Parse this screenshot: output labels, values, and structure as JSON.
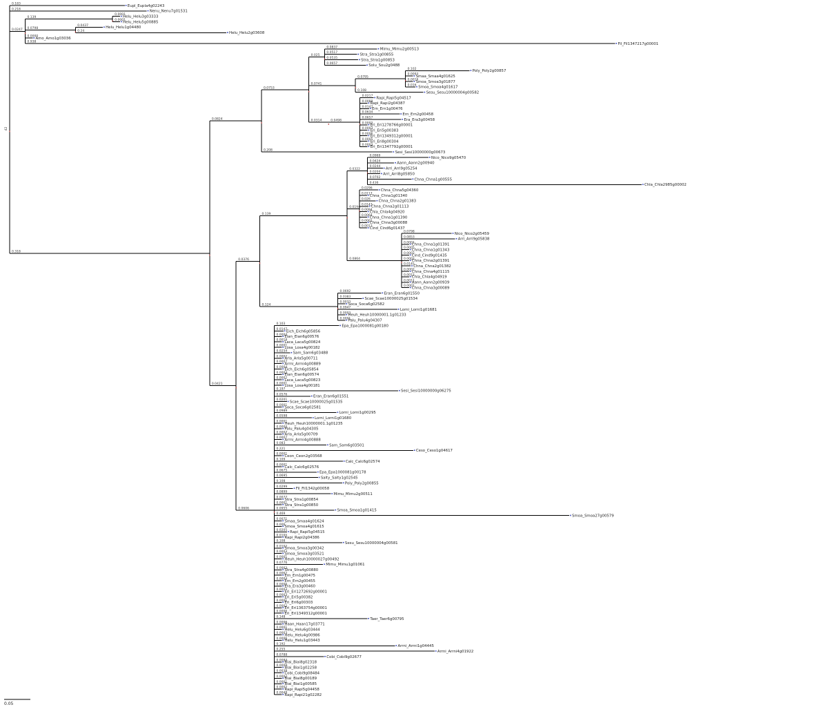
{
  "tree": {
    "name": "root",
    "support": "42",
    "children": [
      {
        "name": "Eupl_Eupla4g02243",
        "len": "0.183"
      },
      {
        "name": "Nenu_Nenu7g01531",
        "len": "0.218"
      },
      {
        "len": "0.0247",
        "children": [
          {
            "len": "0.139",
            "children": [
              {
                "name": "Helu_Helu3g03333",
                "len": "0.0001"
              },
              {
                "name": "Helu_Helu5g00885",
                "len": "0.0001"
              }
            ]
          },
          {
            "len": "0.0798",
            "children": [
              {
                "name": "Helu_Helu1g04480",
                "len": "0.0437"
              },
              {
                "name": "Helu_Helu2g03608",
                "len": "0.24"
              }
            ]
          },
          {
            "name": "Amo_Amo1g03036",
            "len": "0.0000"
          },
          {
            "name": "Fil_Fil1347217g00001",
            "len": "0.938"
          }
        ]
      },
      {
        "len": "0.318",
        "children": [
          {
            "len": "0.0824",
            "children": [
              {
                "len": "0.0753",
                "children": [
                  {
                    "len": "0.025",
                    "children": [
                      {
                        "name": "Mimu_Mimu2g00513",
                        "len": "0.0837"
                      },
                      {
                        "name": "Stra_Stra1g00855",
                        "len": "0.0517"
                      },
                      {
                        "name": "Stra_Stra1g00853",
                        "len": "0.0535"
                      },
                      {
                        "name": "Solu_Sou2g0488",
                        "len": "0.0657"
                      }
                    ]
                  },
                  {
                    "len": "0.0741",
                    "children": [
                      {
                        "len": "0.0795",
                        "children": [
                          {
                            "name": "Poly_Poly2g00857",
                            "len": "0.102"
                          },
                          {
                            "name": "Smaa_Smaa4g01625",
                            "len": "0.0093"
                          },
                          {
                            "name": "Smoa_Smoa3g01877",
                            "len": "0.0016"
                          },
                          {
                            "name": "Smoa_Smoa4g01617",
                            "len": "0.016"
                          }
                        ]
                      },
                      {
                        "name": "Sesu_Sesu10000004g00582",
                        "len": "0.108"
                      }
                    ]
                  },
                  {
                    "len": "0.0314",
                    "children": [
                      {
                        "len": "0.0498",
                        "children": [
                          {
                            "name": "Rapi_Rapi5g04517",
                            "len": "0.0217"
                          },
                          {
                            "name": "Rapi_Rapi2g04387",
                            "len": "0.0088"
                          },
                          {
                            "name": "Ern_Ern1g00476",
                            "len": "0.0147"
                          },
                          {
                            "name": "Ern_Ern2g00458",
                            "len": "0.0634"
                          },
                          {
                            "name": "Era_Era3g00458",
                            "len": "0.0657"
                          },
                          {
                            "name": "Eri_Eri1278766g00001",
                            "len": "0.0002"
                          },
                          {
                            "name": "Eri_Eri5g00383",
                            "len": "0.0003"
                          },
                          {
                            "name": "Eri_Eri1349312g00001",
                            "len": "0.0006"
                          },
                          {
                            "name": "Eri_Eri8g00304",
                            "len": "0.0005"
                          },
                          {
                            "name": "Eri_Eri1347792g00001",
                            "len": "0.0003"
                          }
                        ]
                      }
                    ]
                  }
                ]
              },
              {
                "name": "Sesi_Sesi10000000g00673",
                "len": "0.208"
              }
            ]
          },
          {
            "len": "0.0421",
            "children": [
              {
                "len": "0.0376",
                "children": [
                  {
                    "len": "0.139",
                    "children": [
                      {
                        "len": "0.0322",
                        "children": [
                          {
                            "name": "Nico_Nico9g05470",
                            "len": "0.0969"
                          },
                          {
                            "name": "Aann_Aann2g00940",
                            "len": "0.0424"
                          },
                          {
                            "name": "Arri_Arri9g05254",
                            "len": "0.0244"
                          },
                          {
                            "name": "Arri_Arri8g05850",
                            "len": "0.0204"
                          },
                          {
                            "name": "Chna_Chna1g00555",
                            "len": "0.0702"
                          },
                          {
                            "name": "Chla_Chla2985g00002",
                            "len": "0.436"
                          }
                        ]
                      },
                      {
                        "len": "0.0194",
                        "children": [
                          {
                            "name": "Chna_Chna5g04360",
                            "len": "0.0296"
                          },
                          {
                            "name": "Chna_Chna1g01340",
                            "len": "0.0117"
                          },
                          {
                            "name": "Chna_Chna2g01383",
                            "len": "0.026"
                          },
                          {
                            "name": "Chna_Chna2g01113",
                            "len": "0.0143"
                          },
                          {
                            "name": "Chla_Chla4g04920",
                            "len": "0.0094"
                          },
                          {
                            "name": "Chna_Chna1g01390",
                            "len": "0.0064"
                          },
                          {
                            "name": "Chna_Chna3g00088",
                            "len": "0.0001"
                          },
                          {
                            "name": "Cind_Cind6g01437",
                            "len": "0.0013"
                          }
                        ]
                      },
                      {
                        "len": "0.0864",
                        "children": [
                          {
                            "name": "Nico_Nico2g05459",
                            "len": "0.0798"
                          },
                          {
                            "name": "Arri_Arri9g05838",
                            "len": "0.0853"
                          },
                          {
                            "name": "Chna_Chna1g01391",
                            "len": "0.0001"
                          },
                          {
                            "name": "Chna_Chna1g01343",
                            "len": "0.0005"
                          },
                          {
                            "name": "Cind_Cind9g01435",
                            "len": "0.0002"
                          },
                          {
                            "name": "Chna_Chna2g01391",
                            "len": "0.0002"
                          },
                          {
                            "name": "Chna_Chna2g01382",
                            "len": "0.0145"
                          },
                          {
                            "name": "Chna_Chna4g01115",
                            "len": "0.0002"
                          },
                          {
                            "name": "Chla_Chla4g04919",
                            "len": "0.0012"
                          },
                          {
                            "name": "Aann_Aann2g00939",
                            "len": "0.0011"
                          },
                          {
                            "name": "Chna_Chna3g00089",
                            "len": "0.0001"
                          }
                        ]
                      }
                    ]
                  },
                  {
                    "len": "0.124",
                    "children": [
                      {
                        "name": "Eran_Eran6g01550",
                        "len": "0.0692"
                      },
                      {
                        "name": "Scae_Scae10000025g01534",
                        "len": "0.0383"
                      },
                      {
                        "name": "Soca_Soca6g02582",
                        "len": "0.0033"
                      },
                      {
                        "name": "Lorni_Lorni1g01681",
                        "len": "0.0947"
                      },
                      {
                        "name": "Heuh_Heuh10000001.1g01233",
                        "len": "0.0003"
                      },
                      {
                        "name": "Palu_Palu4g04307",
                        "len": "0.0001"
                      }
                    ]
                  }
                ]
              },
              {
                "len": "0.0606",
                "children": [
                  {
                    "name": "Epa_Epa1000081g00180",
                    "len": "0.103"
                  },
                  {
                    "name": "Eich_Eich6g05856",
                    "len": "0.0147"
                  },
                  {
                    "name": "Eian_Eian6g00576",
                    "len": "0.0004"
                  },
                  {
                    "name": "Laca_Laca5g00824",
                    "len": "0.0018"
                  },
                  {
                    "name": "Losa_Losa4g00182",
                    "len": "0.0001"
                  },
                  {
                    "name": "Sam_Sam6g03488",
                    "len": "0.0254"
                  },
                  {
                    "name": "Arla_Arla5g00711",
                    "len": "0.0002"
                  },
                  {
                    "name": "Arrni_Arrni4g00889",
                    "len": "0.0007"
                  },
                  {
                    "name": "Eich_Eich6g05854",
                    "len": "0.0004"
                  },
                  {
                    "name": "Eian_Eian6g00574",
                    "len": "0.0003"
                  },
                  {
                    "name": "Laca_Laca5g00823",
                    "len": "0.0002"
                  },
                  {
                    "name": "Losa_Losa4g00181",
                    "len": "0.0001"
                  },
                  {
                    "name": "Sesi_Sesi10000000g06275",
                    "len": "0.197"
                  },
                  {
                    "name": "Eran_Eran6g01551",
                    "len": "0.0576"
                  },
                  {
                    "name": "Scae_Scae10000025g01535",
                    "len": "0.0201"
                  },
                  {
                    "name": "Soca_Soca6g02581",
                    "len": "0.0001"
                  },
                  {
                    "name": "Lorni_Lorni1g00295",
                    "len": "0.0989"
                  },
                  {
                    "name": "Lorni_Lorni1g01680",
                    "len": "0.0598"
                  },
                  {
                    "name": "Heuh_Heuh10000001.1g01235",
                    "len": "0.0001"
                  },
                  {
                    "name": "Palu_Palu4g04305",
                    "len": "0.0003"
                  },
                  {
                    "name": "Arla_Arla5g00709",
                    "len": "0.0007"
                  },
                  {
                    "name": "Arrni_Arrni4g00888",
                    "len": "0.0007"
                  },
                  {
                    "name": "Sam_Sam6g03501",
                    "len": "0.083"
                  },
                  {
                    "name": "Ceso_Ceso1g04617",
                    "len": "0.221"
                  },
                  {
                    "name": "Ceon_Ceon2g03568",
                    "len": "0.0001"
                  },
                  {
                    "name": "Calc_Calc6g02574",
                    "len": "0.109"
                  },
                  {
                    "name": "Calc_Calc6g02576",
                    "len": "0.0001"
                  },
                  {
                    "name": "Epa_Epa1000081g00178",
                    "len": "0.0675"
                  },
                  {
                    "name": "Salty_Salty1g02545",
                    "len": "0.0695"
                  },
                  {
                    "name": "Poly_Poly2g00855",
                    "len": "0.108"
                  },
                  {
                    "name": "Fil_Fil1342g00058",
                    "len": "0.0299"
                  },
                  {
                    "name": "Mimu_Mimu2g00511",
                    "len": "0.0899"
                  },
                  {
                    "name": "Stra_Stra1g00854",
                    "len": "0.0077"
                  },
                  {
                    "name": "Stra_Stra1g00850",
                    "len": "0.0001"
                  },
                  {
                    "name": "Smoa_Smoa1g01415",
                    "len": "0.0955"
                  },
                  {
                    "name": "Smoa_Smoa27g00579",
                    "len": "0.469"
                  },
                  {
                    "name": "Smaa_Smaa4g01624",
                    "len": "0.0071"
                  },
                  {
                    "name": "Smoa_Smoa4g01615",
                    "len": "0.006"
                  },
                  {
                    "name": "Rapi_Rapi5g04515",
                    "len": "0.0205"
                  },
                  {
                    "name": "Rapi_Rapi2g04386",
                    "len": "0.0105"
                  },
                  {
                    "name": "Sesu_Sesu10000004g00581",
                    "len": "0.108"
                  },
                  {
                    "name": "Smoa_Smoa3g00342",
                    "len": "0.0102"
                  },
                  {
                    "name": "Smoa_Smoa3g03521",
                    "len": "0.0003"
                  },
                  {
                    "name": "Heuh_Heuh10000027g00492",
                    "len": "0.0001"
                  },
                  {
                    "name": "Mimu_Mimu1g01061",
                    "len": "0.0776"
                  },
                  {
                    "name": "Stra_Stra4g00880",
                    "len": "0.0003"
                  },
                  {
                    "name": "Ern_Ern1g00475",
                    "len": "0.0062"
                  },
                  {
                    "name": "Ern_Ern2g00455",
                    "len": "0.0004"
                  },
                  {
                    "name": "Era_Era3g00460",
                    "len": "0.0005"
                  },
                  {
                    "name": "Eri_Eri1272692g00001",
                    "len": "0.0003"
                  },
                  {
                    "name": "Eri_Eri5g00382",
                    "len": "0.0003"
                  },
                  {
                    "name": "Eri_Eri6g00303",
                    "len": "0.0001"
                  },
                  {
                    "name": "Eri_Eri1363754g00001",
                    "len": "0.0002"
                  },
                  {
                    "name": "Eri_Eri1349312g00001",
                    "len": "0.0006"
                  },
                  {
                    "name": "Taer_Taer6g00795",
                    "len": "0.148"
                  },
                  {
                    "name": "Haan_Haan17g03771",
                    "len": "0.0006"
                  },
                  {
                    "name": "Helu_Helu6g03444",
                    "len": "0.0001"
                  },
                  {
                    "name": "Helu_Helu4g00986",
                    "len": "0.0003"
                  },
                  {
                    "name": "Helu_Helu1g03443",
                    "len": "0.0006"
                  },
                  {
                    "name": "Arrni_Arrni1g04445",
                    "len": "0.192"
                  },
                  {
                    "name": "Arrni_Arrni4g01922",
                    "len": "0.255"
                  },
                  {
                    "name": "Cobi_Cobi9g02677",
                    "len": "0.0788"
                  },
                  {
                    "name": "Biai_Biai8g02318",
                    "len": "0.0083"
                  },
                  {
                    "name": "Biai_Biai1g02258",
                    "len": "0.0009"
                  },
                  {
                    "name": "Cobi_Cobi9g08484",
                    "len": "0.0038"
                  },
                  {
                    "name": "Biai_Biai8g00189",
                    "len": "0.0002"
                  },
                  {
                    "name": "Biai_Biai1g00585",
                    "len": "0.0001"
                  },
                  {
                    "name": "Rapi_Rapi5g04458",
                    "len": "0.0002"
                  },
                  {
                    "name": "Rapi_Rapi21g02282",
                    "len": "0.0048"
                  }
                ]
              }
            ]
          }
        ]
      }
    ]
  },
  "scale_label": "0.05",
  "colors": {
    "tip_dot": "#3344bb",
    "node_dot": "#bb3333",
    "branch": "#000000"
  }
}
